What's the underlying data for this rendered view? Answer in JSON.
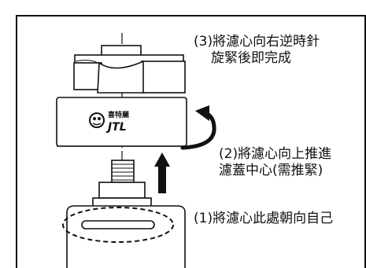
{
  "steps": {
    "step3": {
      "line1": "(3)將濾心向右逆時針",
      "line2": "旋緊後即完成"
    },
    "step2": {
      "line1": "(2)將濾心向上推進",
      "line2": "濾蓋中心(需推緊)"
    },
    "step1": {
      "line1": "(1)將濾心此處朝向自己"
    }
  },
  "logo": {
    "brand_name": "喜特麗",
    "brand_mark": "JTL"
  },
  "colors": {
    "line": "#111111",
    "background": "#ffffff"
  },
  "icons": {
    "rotation_arrow": "curved-arrow-icon",
    "push_arrow": "up-arrow-icon"
  }
}
